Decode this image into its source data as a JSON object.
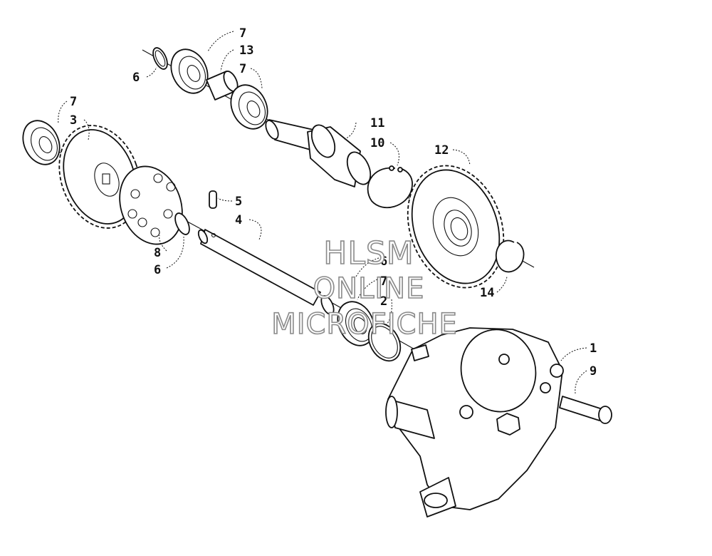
{
  "diagram": {
    "callouts": {
      "c7a": "7",
      "c13": "13",
      "c7b": "7",
      "c6a": "6",
      "c7c": "7",
      "c3": "3",
      "c11": "11",
      "c10": "10",
      "c12": "12",
      "c5": "5",
      "c4": "4",
      "c8": "8",
      "c6b": "6",
      "c6c": "6",
      "c7d": "7",
      "c2": "2",
      "c14": "14",
      "c1": "1",
      "c9": "9"
    }
  },
  "watermark": {
    "line1": "HLSM",
    "line2": "ONLINE",
    "line3": "MICROFICHE"
  }
}
